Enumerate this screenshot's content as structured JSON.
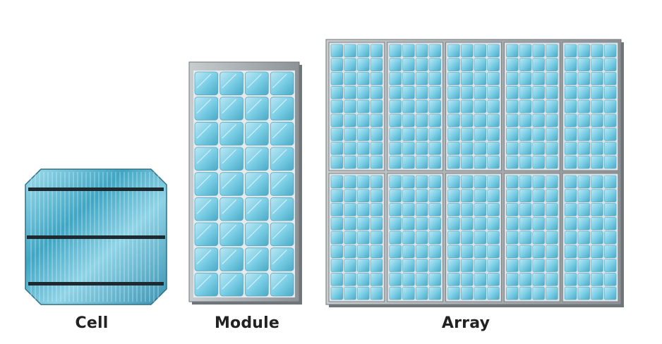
{
  "labels": {
    "cell": "Cell",
    "module": "Module",
    "array": "Array"
  },
  "module_grid": {
    "columns": 4,
    "rows": 9
  },
  "array_grid": {
    "module_columns": 5,
    "module_rows": 2,
    "cell_columns": 4,
    "cell_rows": 9
  },
  "colors": {
    "cell_blue": "#7ccfe6",
    "cell_light": "#bde7f3",
    "cell_dark": "#4aa9c6",
    "frame": "#9aa0a4",
    "frame_dark": "#6f7578",
    "busbar": "#1e2a30",
    "label": "#222222"
  }
}
